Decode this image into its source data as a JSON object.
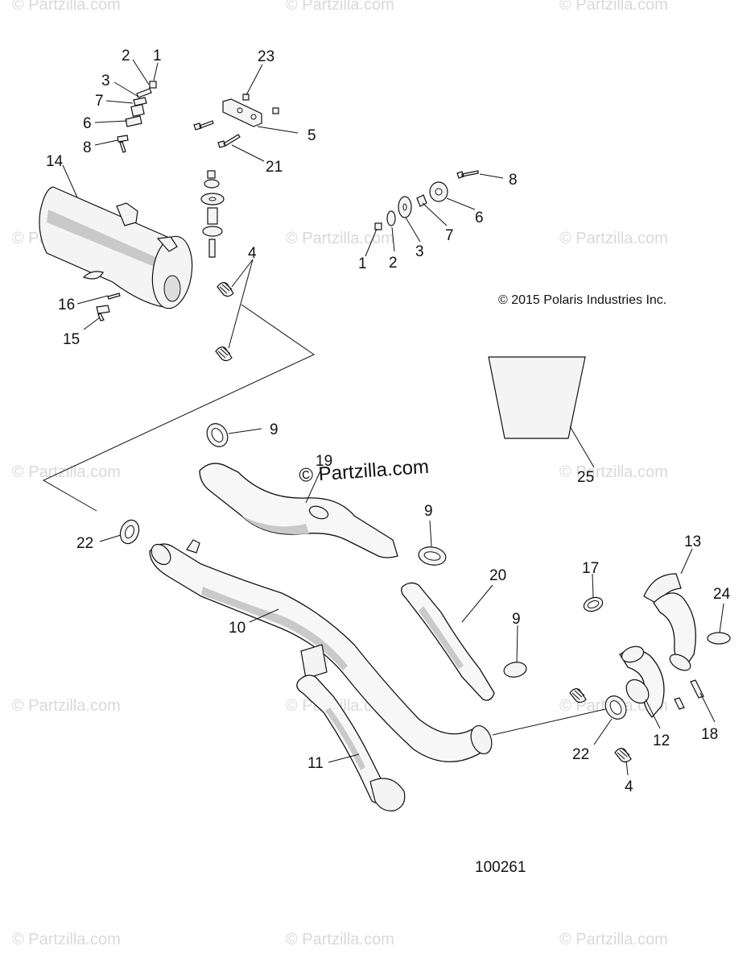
{
  "copyright": "© 2015 Polaris Industries Inc.",
  "diagram_number": "100261",
  "watermark_text": "© Partzilla.com",
  "callouts": {
    "c1a": "1",
    "c2a": "2",
    "c3a": "3",
    "c7a": "7",
    "c6a": "6",
    "c8a": "8",
    "c23": "23",
    "c5": "5",
    "c21": "21",
    "c14": "14",
    "c16": "16",
    "c15": "15",
    "c4a": "4",
    "c8b": "8",
    "c6b": "6",
    "c7b": "7",
    "c3b": "3",
    "c2b": "2",
    "c1b": "1",
    "c9a": "9",
    "c19": "19",
    "c25": "25",
    "c22a": "22",
    "c9b": "9",
    "c10": "10",
    "c20": "20",
    "c9c": "9",
    "c17": "17",
    "c13": "13",
    "c24": "24",
    "c11": "11",
    "c22b": "22",
    "c12": "12",
    "c18": "18",
    "c4b": "4"
  },
  "colors": {
    "line": "#111111",
    "watermark": "#d9d9d9",
    "part_fill": "#f4f4f4"
  }
}
